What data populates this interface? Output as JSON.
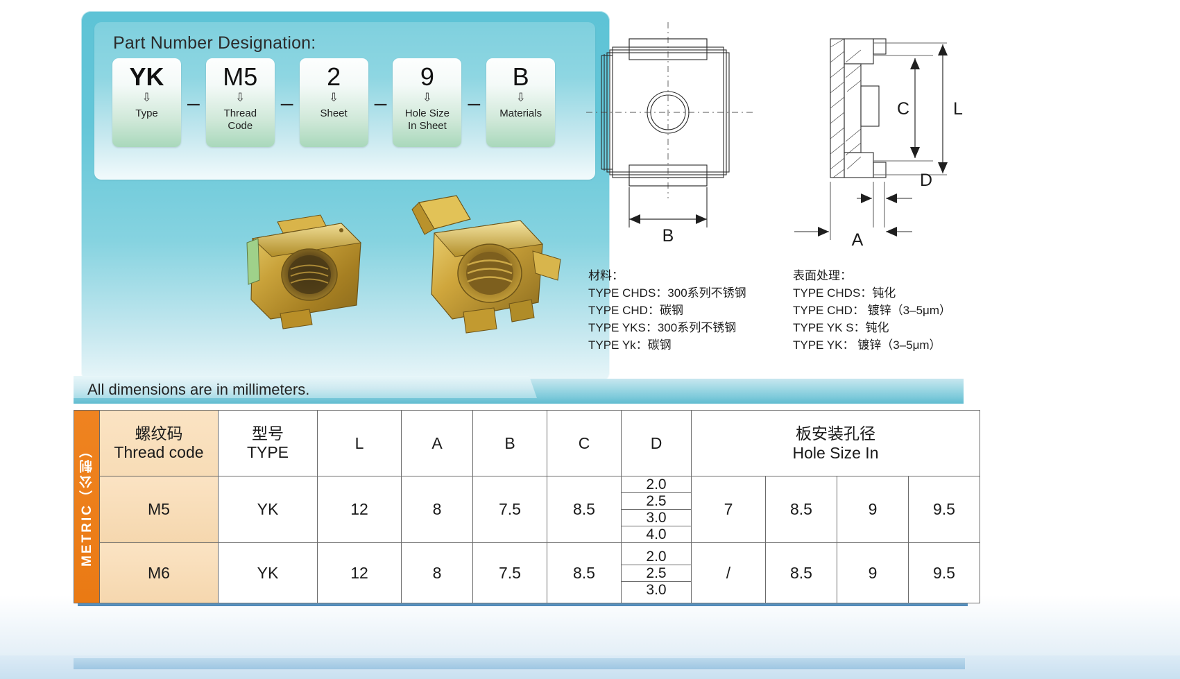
{
  "part_number": {
    "title": "Part Number Designation:",
    "separator": "–",
    "arrow": "⇩",
    "segments": [
      {
        "code": "YK",
        "label": "Type"
      },
      {
        "code": "M5",
        "label": "Thread\nCode",
        "label_line1": "Thread",
        "label_line2": "Code"
      },
      {
        "code": "2",
        "label": "Sheet"
      },
      {
        "code": "9",
        "label": "Hole Size\nIn Sheet",
        "label_line1": "Hole Size",
        "label_line2": "In Sheet"
      },
      {
        "code": "B",
        "label": "Materials"
      }
    ]
  },
  "drawings": {
    "front_view": {
      "dimension_labels": [
        "B"
      ]
    },
    "section_view": {
      "dimension_labels": [
        "C",
        "L",
        "D",
        "A"
      ]
    }
  },
  "specs": {
    "material": {
      "heading": "材料：",
      "lines": [
        "TYPE CHDS：300系列不锈钢",
        "TYPE CHD：碳钢",
        "TYPE YKS：300系列不锈钢",
        "TYPE Yk：碳钢"
      ]
    },
    "surface": {
      "heading": "表面处理：",
      "lines": [
        "TYPE CHDS：钝化",
        "TYPE CHD： 镀锌（3–5μm）",
        "TYPE YK S：钝化",
        "TYPE YK： 镀锌（3–5μm）"
      ]
    }
  },
  "ribbon": {
    "note": "All dimensions are in millimeters."
  },
  "chart_data": {
    "type": "table",
    "title": "All dimensions are in millimeters.",
    "side_tab": "METRIC（公制）",
    "headers": {
      "thread_code_cn": "螺纹码",
      "thread_code_en": "Thread code",
      "type_cn": "型号",
      "type_en": "TYPE",
      "l": "L",
      "a": "A",
      "b": "B",
      "c": "C",
      "d": "D",
      "hole_size_cn": "板安装孔径",
      "hole_size_en": "Hole Size In"
    },
    "rows": [
      {
        "thread_code": "M5",
        "type": "YK",
        "L": "12",
        "A": "8",
        "B": "7.5",
        "C": "8.5",
        "D": [
          "2.0",
          "2.5",
          "3.0",
          "4.0"
        ],
        "hole_sizes": [
          "7",
          "8.5",
          "9",
          "9.5"
        ]
      },
      {
        "thread_code": "M6",
        "type": "YK",
        "L": "12",
        "A": "8",
        "B": "7.5",
        "C": "8.5",
        "D": [
          "2.0",
          "2.5",
          "3.0"
        ],
        "hole_sizes": [
          "/",
          "8.5",
          "9",
          "9.5"
        ]
      }
    ]
  },
  "colors": {
    "panel_teal": "#5ec3d6",
    "metric_orange": "#ef8320",
    "thread_tan": "#fbe3c3",
    "ribbon_teal": "#9fd8e4",
    "nut_gold": "#c9a23a"
  }
}
